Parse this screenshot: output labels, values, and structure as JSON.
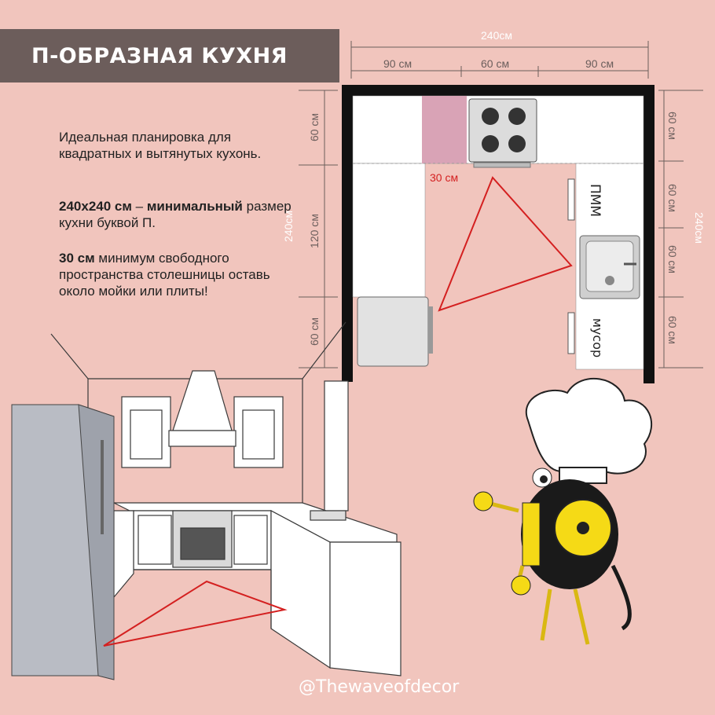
{
  "title": "П-ОБРАЗНАЯ КУХНЯ",
  "description": {
    "p1": "Идеальная планировка для квадратных и вытянутых кухонь.",
    "p2_bold": "240x240 см",
    "p2_dash": " – ",
    "p2_bold2": "минимальный",
    "p2_rest": " размер кухни буквой П.",
    "p3_bold": "30 см",
    "p3_rest": " минимум свободного пространства столешницы оставь около мойки или плиты!"
  },
  "plan": {
    "top_total": "240см",
    "top_segments": [
      "90 см",
      "60 см",
      "90 см"
    ],
    "left_total": "240см",
    "left_segments": [
      "60 см",
      "120 см",
      "60 см"
    ],
    "right_total": "240см",
    "right_segments": [
      "60 см",
      "60 см",
      "60 см",
      "60 см"
    ],
    "free_space_label": "30 см",
    "dishwasher_label": "ПММ",
    "trash_label": "мусор"
  },
  "colors": {
    "background": "#f1c5bd",
    "title_bar": "#6c5d5b",
    "highlight": "#d9a3b6",
    "triangle": "#d42020"
  },
  "watermark": "@Thewaveofdecor"
}
